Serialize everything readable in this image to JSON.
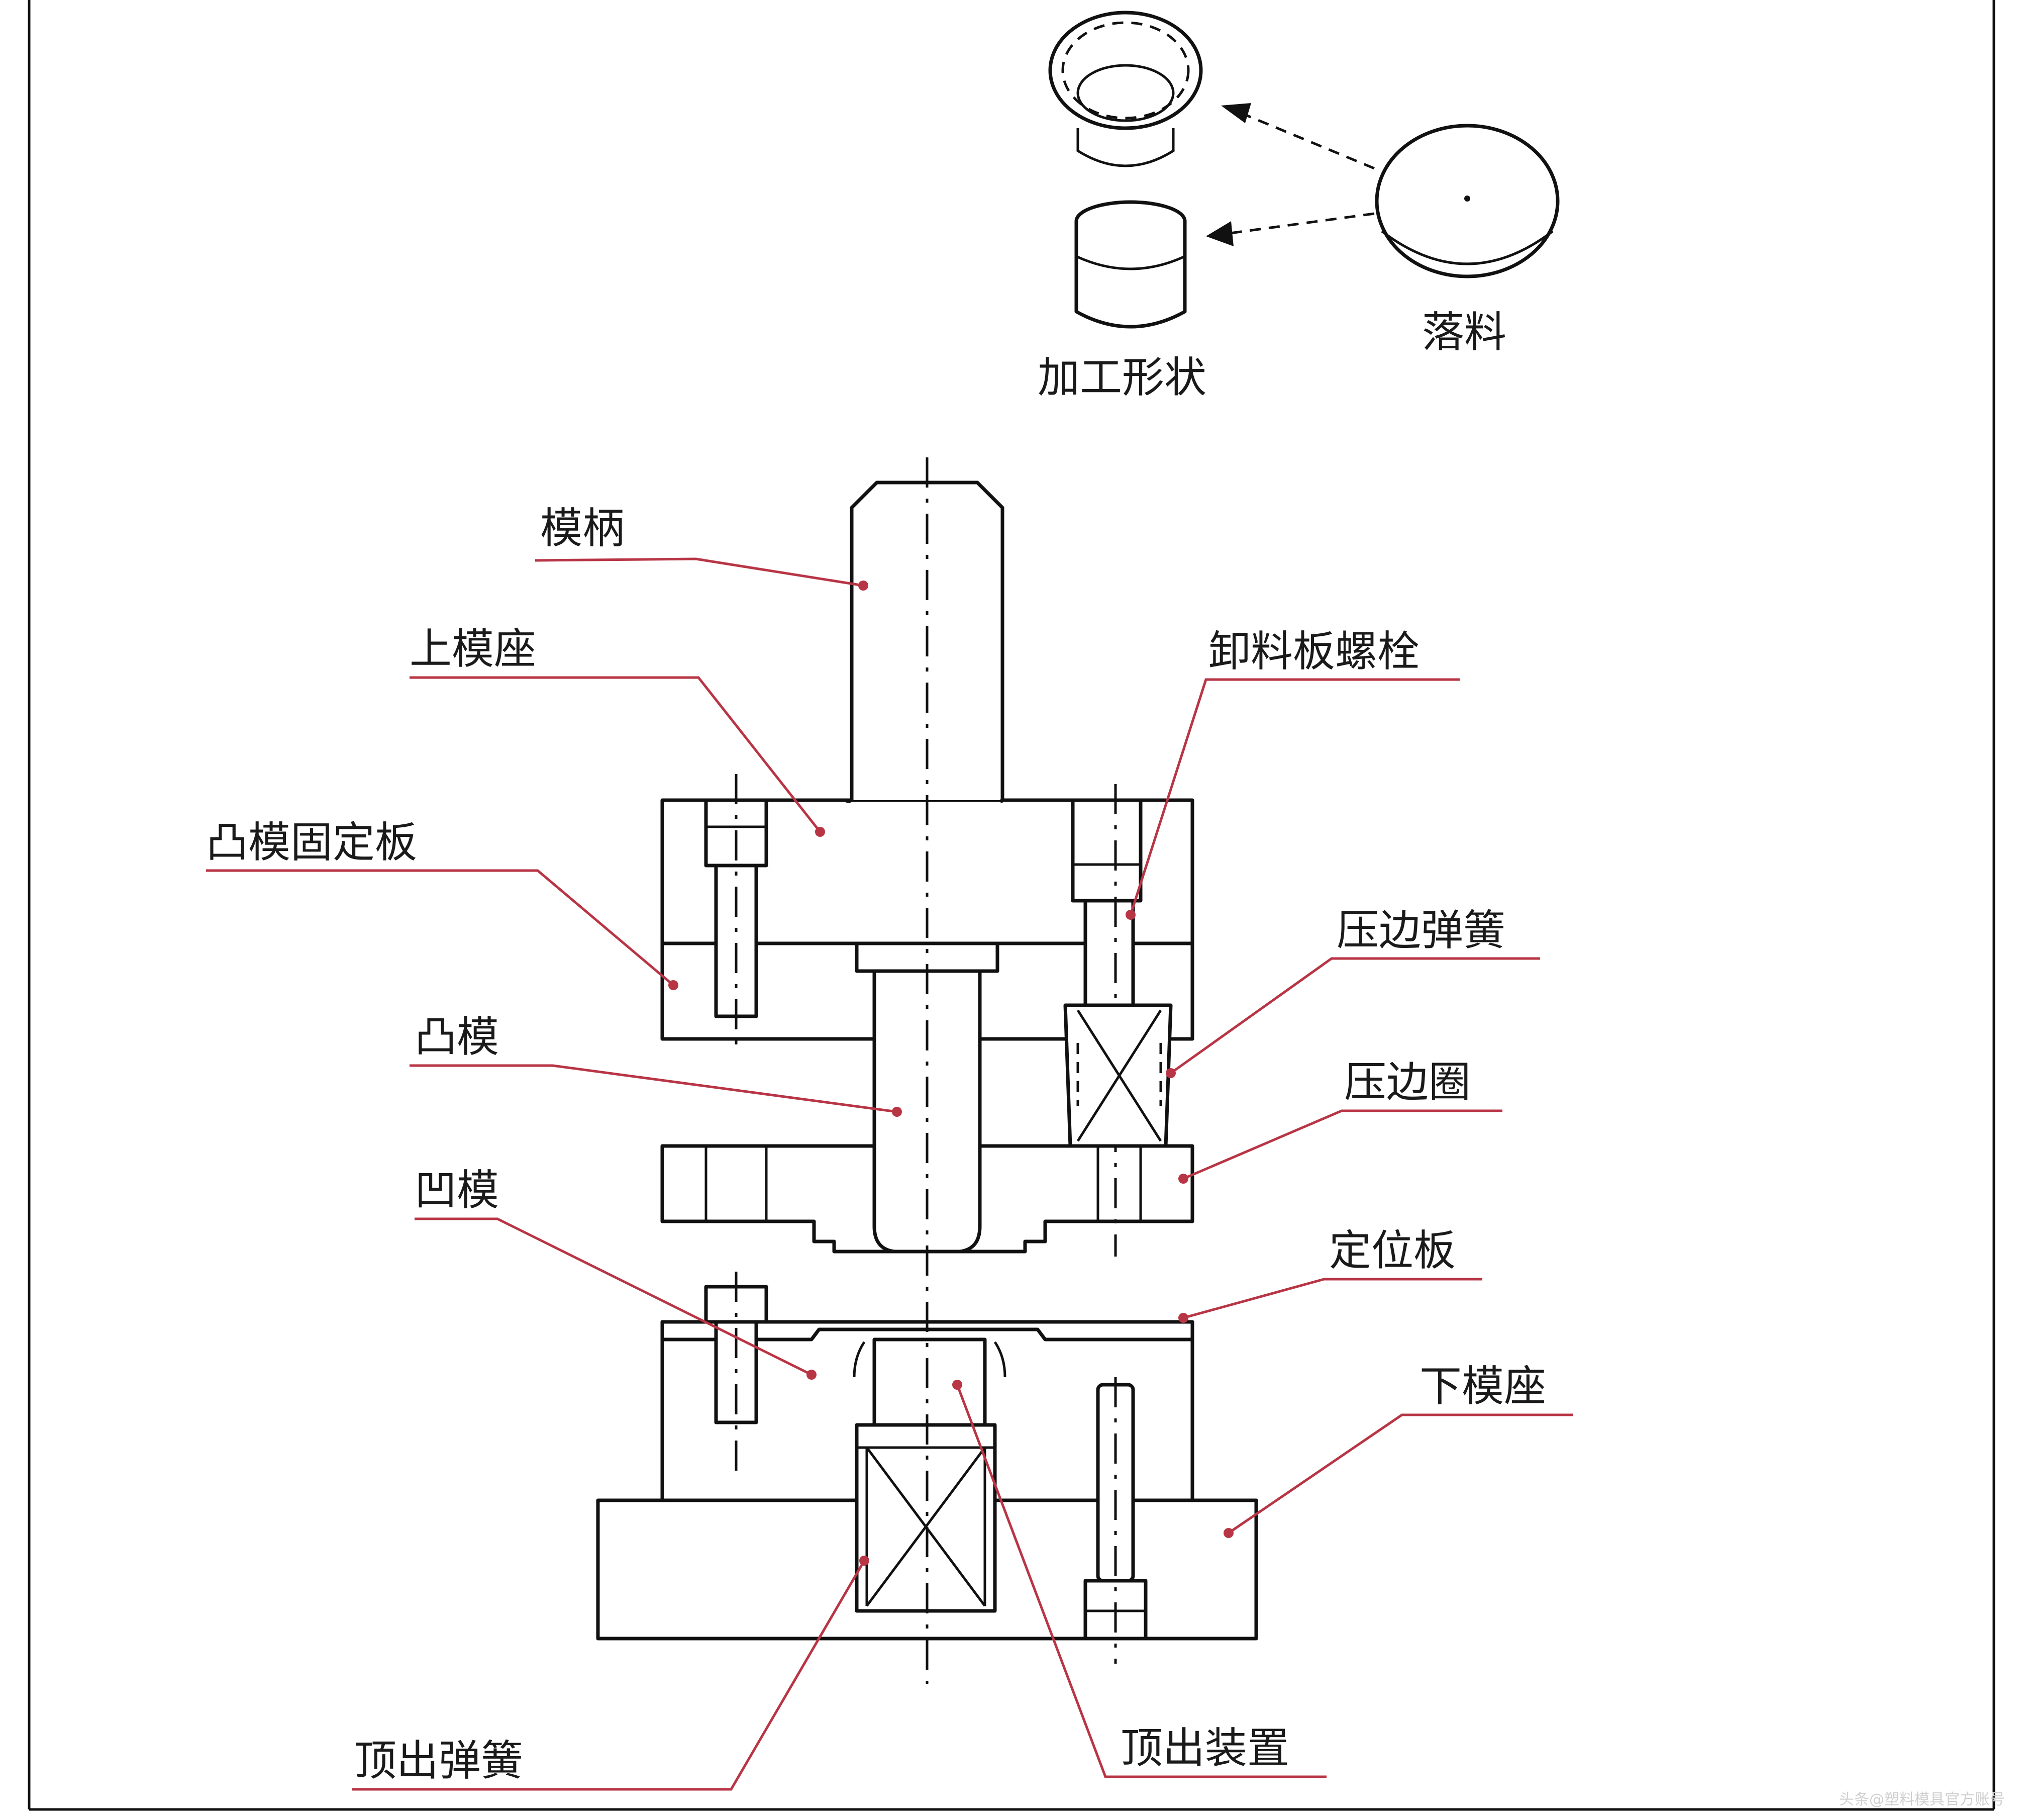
{
  "diagram": {
    "labels": {
      "mobing": "模柄",
      "shangmozuo": "上模座",
      "tumoGudingban": "凸模固定板",
      "tumo": "凸模",
      "aomo": "凹模",
      "xieliaobanLuoshuan": "卸料板螺栓",
      "yabianTanhuang": "压边弹簧",
      "yabianquan": "压边圈",
      "dingweiban": "定位板",
      "xiamozuo": "下模座",
      "dingchuTanhuang": "顶出弹簧",
      "dingchuZhuangzhi": "顶出装置",
      "jiagongXingzhuang": "加工形状",
      "luoliao": "落料"
    },
    "watermark": "头条@塑料模具官方账号",
    "colors": {
      "line": "#111111",
      "leader": "#b83545",
      "background": "#ffffff"
    }
  }
}
